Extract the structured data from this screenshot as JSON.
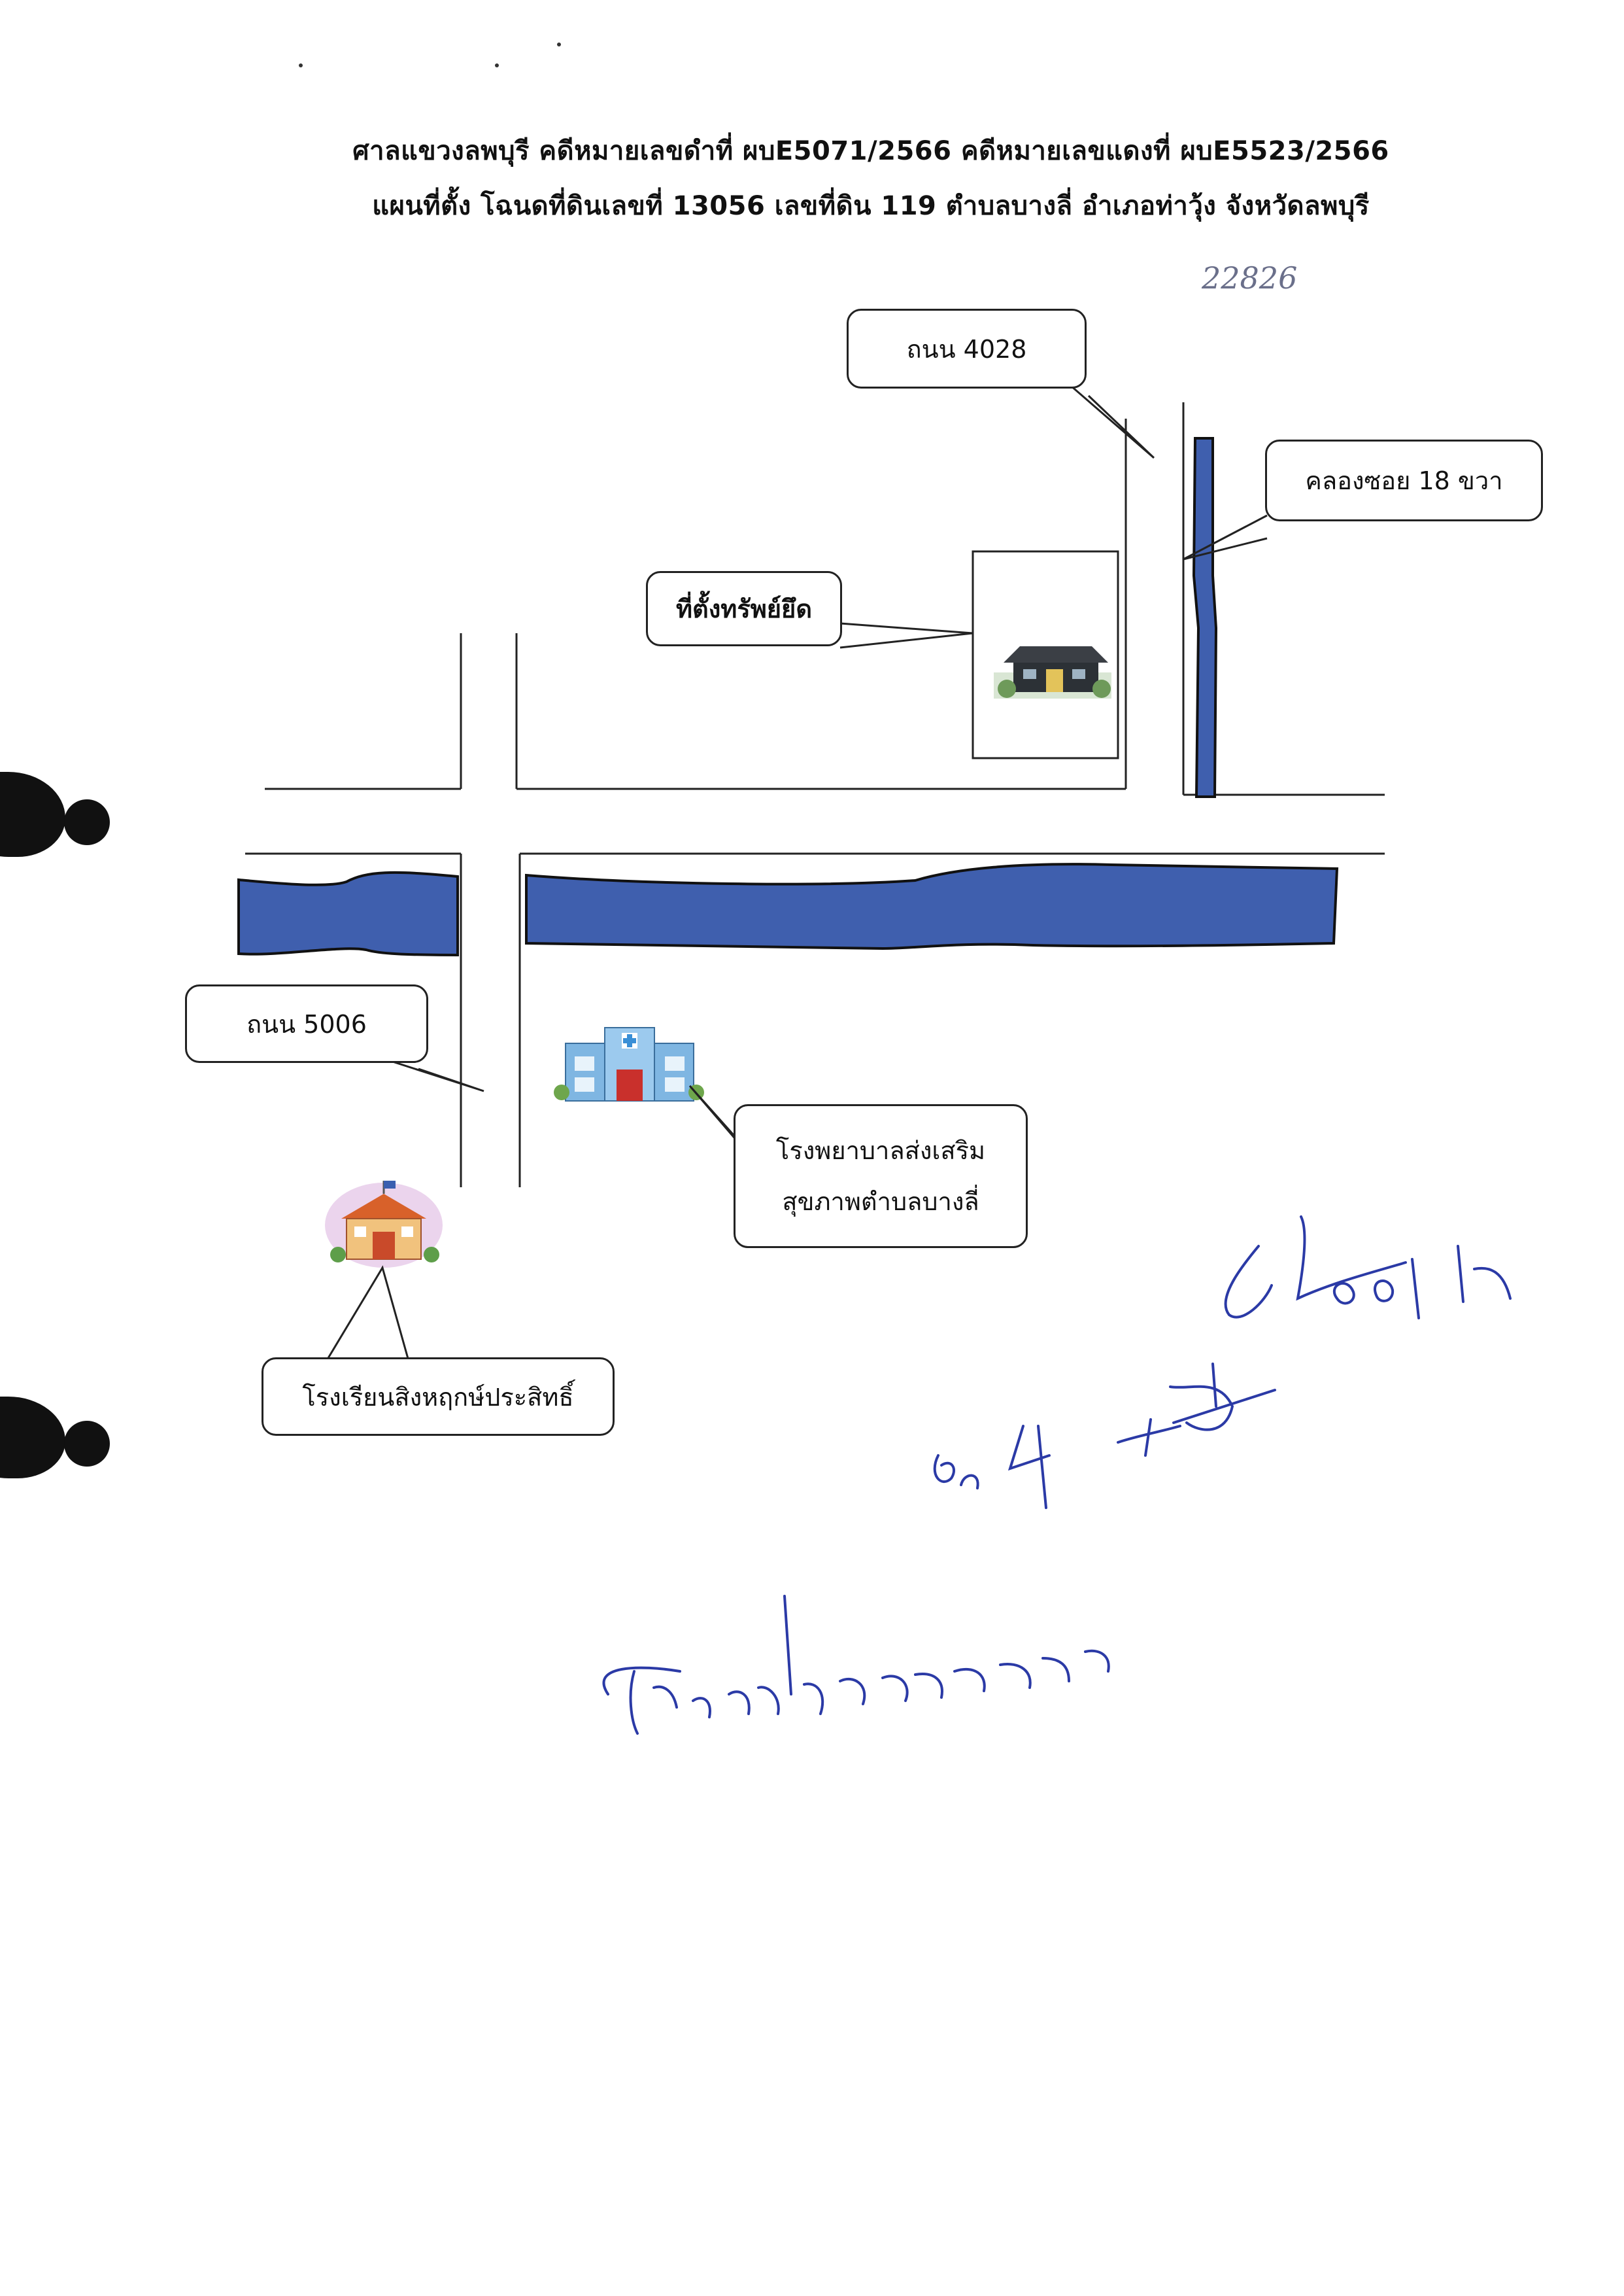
{
  "header": {
    "line1": "ศาลแขวงลพบุรี คดีหมายเลขดำที่ ผบE5071/2566 คดีหมายเลขแดงที่ ผบE5523/2566",
    "line2": "แผนที่ตั้ง โฉนดที่ดินเลขที่  13056 เลขที่ดิน 119 ตำบลบางลี่ อำเภอท่าวุ้ง จังหวัดลพบุรี"
  },
  "handwritten_page_number": "22826",
  "labels": {
    "road_4028": "ถนน 4028",
    "canal": "คลองซอย 18 ขวา",
    "seized_property": "ที่ตั้งทรัพย์ยึด",
    "road_5006": "ถนน 5006",
    "hospital_line1": "โรงพยาบาลส่งเสริม",
    "hospital_line2": "สุขภาพตำบลบางลี่",
    "school": "โรงเรียนสิงหฤกษ์ประสิทธิ์"
  },
  "colors": {
    "water": "#3f5fae",
    "water_outline": "#111111",
    "road_line": "#222222",
    "signature_ink": "#2b3aa6"
  },
  "icons": {
    "property": "house-icon",
    "hospital": "hospital-icon",
    "school": "school-icon"
  }
}
